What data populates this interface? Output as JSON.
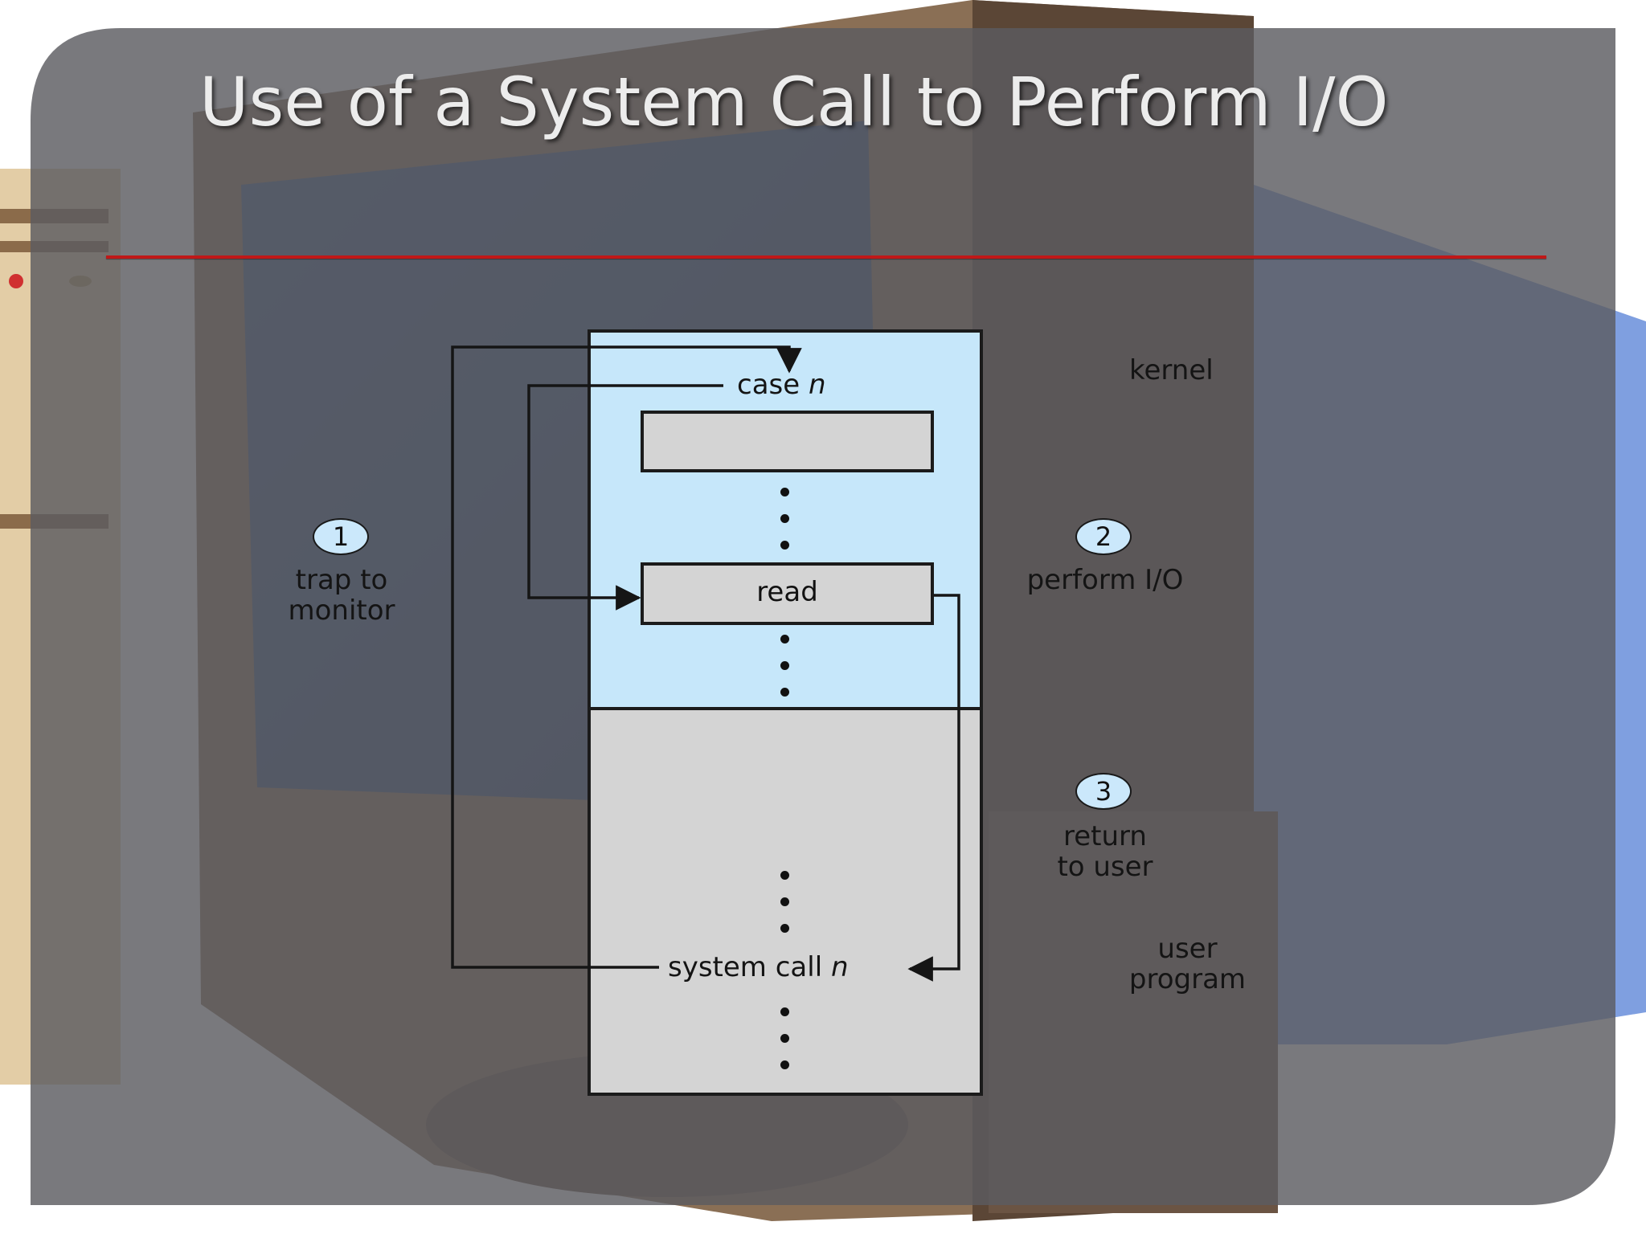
{
  "slide": {
    "title": "Use of a System Call to Perform I/O"
  },
  "diagram": {
    "regions": {
      "kernel_label": "kernel",
      "user_label_line1": "user",
      "user_label_line2": "program"
    },
    "boxes": {
      "case_label": "case",
      "case_var": "n",
      "read_label": "read",
      "syscall_label": "system call",
      "syscall_var": "n"
    },
    "steps": [
      {
        "number": "1",
        "line1": "trap to",
        "line2": "monitor"
      },
      {
        "number": "2",
        "line1": "perform I/O",
        "line2": ""
      },
      {
        "number": "3",
        "line1": "return",
        "line2": "to user"
      }
    ]
  },
  "colors": {
    "kernel_fill": "#c6e7fa",
    "user_fill": "#d4d4d4",
    "badge_fill": "#cbe8fb",
    "title_rule": "#c01818"
  }
}
